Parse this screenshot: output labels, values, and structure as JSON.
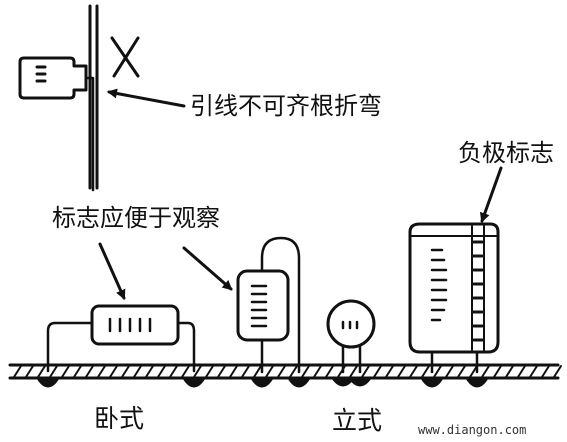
{
  "labels": {
    "lead_bend_warning": "引线不可齐根折弯",
    "negative_mark": "负极标志",
    "mark_visible": "标志应便于观察",
    "horizontal_mount": "卧式",
    "vertical_mount": "立式"
  },
  "watermark": "www.diangon.com",
  "icons": {
    "wrong": "cross-mark-icon"
  }
}
